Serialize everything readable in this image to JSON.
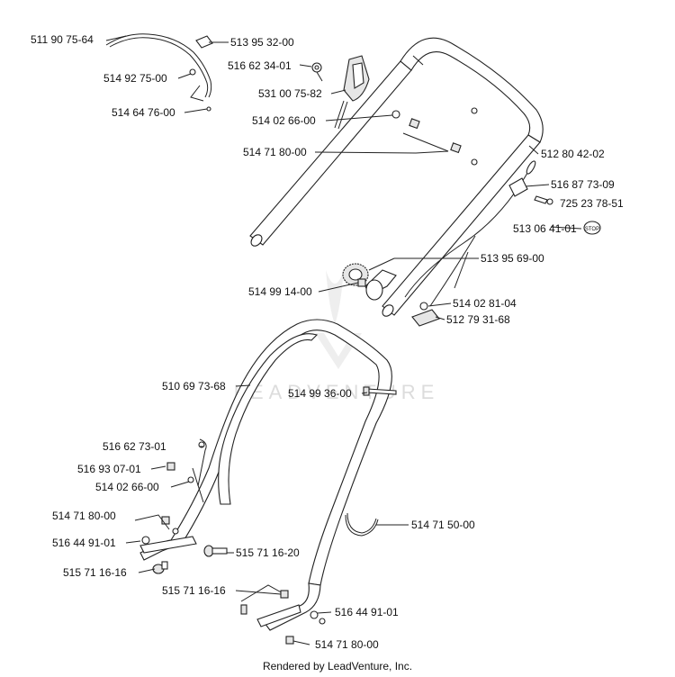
{
  "watermark": {
    "text": "LEADVENTURE"
  },
  "footer": {
    "text": "Rendered by LeadVenture, Inc."
  },
  "parts": [
    {
      "number": "511 90 75-64"
    },
    {
      "number": "513 95 32-00"
    },
    {
      "number": "516 62 34-01"
    },
    {
      "number": "514 92 75-00"
    },
    {
      "number": "531 00 75-82"
    },
    {
      "number": "514 64 76-00"
    },
    {
      "number": "514 02 66-00"
    },
    {
      "number": "514 71 80-00"
    },
    {
      "number": "512 80 42-02"
    },
    {
      "number": "516 87 73-09"
    },
    {
      "number": "725 23 78-51"
    },
    {
      "number": "513 06 41-01"
    },
    {
      "number": "STOP"
    },
    {
      "number": "513 95 69-00"
    },
    {
      "number": "514 99 14-00"
    },
    {
      "number": "514 02 81-04"
    },
    {
      "number": "512 79 31-68"
    },
    {
      "number": "510 69 73-68"
    },
    {
      "number": "514 99 36-00"
    },
    {
      "number": "516 62 73-01"
    },
    {
      "number": "516 93 07-01"
    },
    {
      "number": "514 02 66-00"
    },
    {
      "number": "514 71 80-00"
    },
    {
      "number": "514 71 50-00"
    },
    {
      "number": "516 44 91-01"
    },
    {
      "number": "515 71 16-20"
    },
    {
      "number": "515 71 16-16"
    },
    {
      "number": "515 71 16-16"
    },
    {
      "number": "516 44 91-01"
    },
    {
      "number": "514 71 80-00"
    }
  ]
}
